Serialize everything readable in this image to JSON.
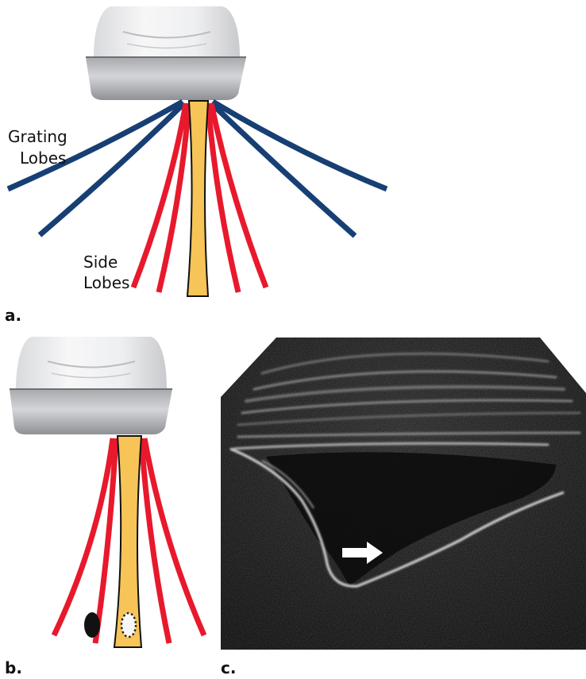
{
  "panels": [
    {
      "id": "a",
      "label": "a."
    },
    {
      "id": "b",
      "label": "b."
    },
    {
      "id": "c",
      "label": "c."
    }
  ],
  "annotations": {
    "grating_lobes": [
      "Grating",
      "Lobes"
    ],
    "side_lobes": [
      "Side",
      "Lobes"
    ]
  },
  "colors": {
    "main_beam": "#f6c457",
    "beam_outline": "#111111",
    "side_lobe": "#e8192c",
    "grating_lobe": "#173f73",
    "ultrasound_bg": "#0c0c0c",
    "arrow": "#ffffff"
  },
  "icons": {
    "transducer": "ultrasound-probe-icon",
    "arrow": "right-arrow-icon"
  }
}
